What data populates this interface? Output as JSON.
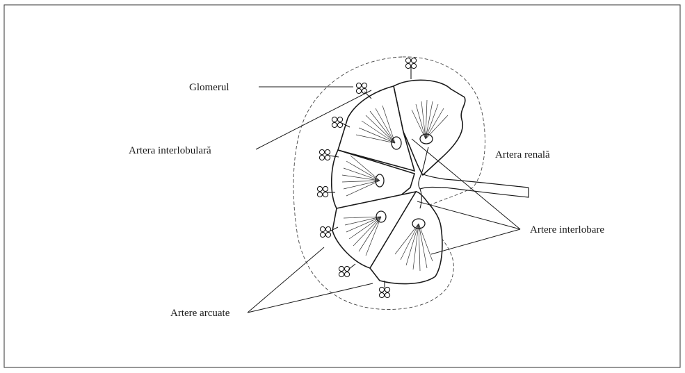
{
  "labels": {
    "glomerul": "Glomerul",
    "interlobular": "Artera interlobulară",
    "renal": "Artera renală",
    "interlobare": "Artere interlobare",
    "arcuate": "Artere arcuate"
  },
  "colors": {
    "ink": "#1a1a1a",
    "background": "#ffffff"
  }
}
